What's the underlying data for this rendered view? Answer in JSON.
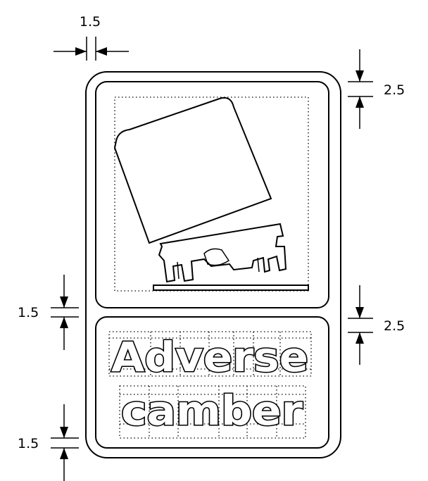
{
  "dimensions": {
    "top_border": "1.5",
    "top_panel_gap": "2.5",
    "lower_panel_gap": "2.5",
    "panel_separator": "1.5",
    "bottom_border": "1.5"
  },
  "sign": {
    "line1": "Adverse",
    "line2": "camber"
  }
}
